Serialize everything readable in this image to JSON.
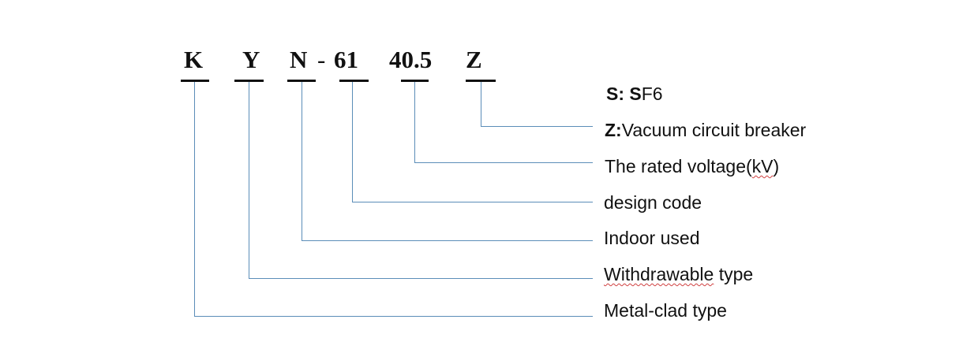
{
  "model_code": {
    "k": "K",
    "y": "Y",
    "n": "N",
    "dash": "-",
    "design": "61",
    "voltage": "40.5",
    "z": "Z"
  },
  "legend": {
    "s_key": "S: S",
    "s_rest": "F6",
    "z_key": "Z:",
    "z_text": "Vacuum circuit breaker",
    "voltage_pre": "The rated voltage(",
    "voltage_unit": "kV",
    "voltage_post": ")",
    "design_code": "design code",
    "indoor": "Indoor used",
    "withdrawable": "Withdrawable",
    "withdrawable_rest": " type",
    "metal_clad": "Metal-clad type"
  },
  "colors": {
    "leader_line": "#5b8db8",
    "text": "#111111",
    "spellcheck": "#d04040"
  }
}
